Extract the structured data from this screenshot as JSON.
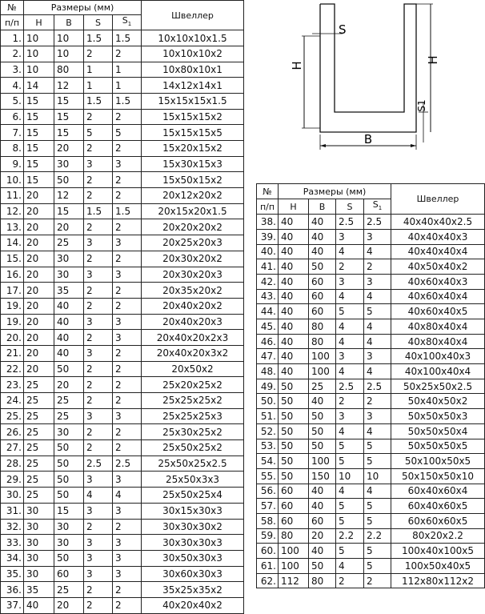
{
  "headers": {
    "num": "№ п/п",
    "sizes": "Размеры (мм)",
    "h": "H",
    "b": "B",
    "s": "S",
    "s1_main": "S",
    "s1_sub": "1",
    "name": "Швеллер"
  },
  "drawing": {
    "label_s": "S",
    "label_h_left": "H",
    "label_h_right": "H",
    "label_s1": "S1",
    "label_b": "B"
  },
  "table1": [
    [
      "1.",
      "10",
      "10",
      "1.5",
      "1.5",
      "10x10x10x1.5"
    ],
    [
      "2.",
      "10",
      "10",
      "2",
      "2",
      "10x10x10x2"
    ],
    [
      "3.",
      "10",
      "80",
      "1",
      "1",
      "10x80x10x1"
    ],
    [
      "4.",
      "14",
      "12",
      "1",
      "1",
      "14x12x14x1"
    ],
    [
      "5.",
      "15",
      "15",
      "1.5",
      "1.5",
      "15x15x15x1.5"
    ],
    [
      "6.",
      "15",
      "15",
      "2",
      "2",
      "15x15x15x2"
    ],
    [
      "7.",
      "15",
      "15",
      "5",
      "5",
      "15x15x15x5"
    ],
    [
      "8.",
      "15",
      "20",
      "2",
      "2",
      "15x20x15x2"
    ],
    [
      "9.",
      "15",
      "30",
      "3",
      "3",
      "15x30x15x3"
    ],
    [
      "10.",
      "15",
      "50",
      "2",
      "2",
      "15x50x15x2"
    ],
    [
      "11.",
      "20",
      "12",
      "2",
      "2",
      "20x12x20x2"
    ],
    [
      "12.",
      "20",
      "15",
      "1.5",
      "1.5",
      "20x15x20x1.5"
    ],
    [
      "13.",
      "20",
      "20",
      "2",
      "2",
      "20x20x20x2"
    ],
    [
      "14.",
      "20",
      "25",
      "3",
      "3",
      "20x25x20x3"
    ],
    [
      "15.",
      "20",
      "30",
      "2",
      "2",
      "20x30x20x2"
    ],
    [
      "16.",
      "20",
      "30",
      "3",
      "3",
      "20x30x20x3"
    ],
    [
      "17.",
      "20",
      "35",
      "2",
      "2",
      "20x35x20x2"
    ],
    [
      "19.",
      "20",
      "40",
      "2",
      "2",
      "20x40x20x2"
    ],
    [
      "19.",
      "20",
      "40",
      "3",
      "3",
      "20x40x20x3"
    ],
    [
      "20.",
      "20",
      "40",
      "2",
      "3",
      "20x40x20x2x3"
    ],
    [
      "21.",
      "20",
      "40",
      "3",
      "2",
      "20x40x20x3x2"
    ],
    [
      "22.",
      "20",
      "50",
      "2",
      "2",
      "20x50x2"
    ],
    [
      "23.",
      "25",
      "20",
      "2",
      "2",
      "25x20x25x2"
    ],
    [
      "24.",
      "25",
      "25",
      "2",
      "2",
      "25x25x25x2"
    ],
    [
      "25.",
      "25",
      "25",
      "3",
      "3",
      "25x25x25x3"
    ],
    [
      "26.",
      "25",
      "30",
      "2",
      "2",
      "25x30x25x2"
    ],
    [
      "27.",
      "25",
      "50",
      "2",
      "2",
      "25x50x25x2"
    ],
    [
      "28.",
      "25",
      "50",
      "2.5",
      "2.5",
      "25x50x25x2.5"
    ],
    [
      "29.",
      "25",
      "50",
      "3",
      "3",
      "25x50x3x3"
    ],
    [
      "30.",
      "25",
      "50",
      "4",
      "4",
      "25x50x25x4"
    ],
    [
      "31.",
      "30",
      "15",
      "3",
      "3",
      "30x15x30x3"
    ],
    [
      "32.",
      "30",
      "30",
      "2",
      "2",
      "30x30x30x2"
    ],
    [
      "33.",
      "30",
      "30",
      "3",
      "3",
      "30x30x30x3"
    ],
    [
      "34.",
      "30",
      "50",
      "3",
      "3",
      "30x50x30x3"
    ],
    [
      "35.",
      "30",
      "60",
      "3",
      "3",
      "30x60x30x3"
    ],
    [
      "36.",
      "35",
      "25",
      "2",
      "2",
      "35x25x35x2"
    ],
    [
      "37.",
      "40",
      "20",
      "2",
      "2",
      "40x20x40x2"
    ]
  ],
  "table2": [
    [
      "38.",
      "40",
      "40",
      "2.5",
      "2.5",
      "40x40x40x2.5"
    ],
    [
      "39.",
      "40",
      "40",
      "3",
      "3",
      "40x40x40x3"
    ],
    [
      "40.",
      "40",
      "40",
      "4",
      "4",
      "40x40x40x4"
    ],
    [
      "41.",
      "40",
      "50",
      "2",
      "2",
      "40x50x40x2"
    ],
    [
      "42.",
      "40",
      "60",
      "3",
      "3",
      "40x60x40x3"
    ],
    [
      "43.",
      "40",
      "60",
      "4",
      "4",
      "40x60x40x4"
    ],
    [
      "44.",
      "40",
      "60",
      "5",
      "5",
      "40x60x40x5"
    ],
    [
      "45.",
      "40",
      "80",
      "4",
      "4",
      "40x80x40x4"
    ],
    [
      "46.",
      "40",
      "80",
      "4",
      "4",
      "40x80x40x4"
    ],
    [
      "47.",
      "40",
      "100",
      "3",
      "3",
      "40x100x40x3"
    ],
    [
      "48.",
      "40",
      "100",
      "4",
      "4",
      "40x100x40x4"
    ],
    [
      "49.",
      "50",
      "25",
      "2.5",
      "2.5",
      "50x25x50x2.5"
    ],
    [
      "50.",
      "50",
      "40",
      "2",
      "2",
      "50x40x50x2"
    ],
    [
      "51.",
      "50",
      "50",
      "3",
      "3",
      "50x50x50x3"
    ],
    [
      "52.",
      "50",
      "50",
      "4",
      "4",
      "50x50x50x4"
    ],
    [
      "53.",
      "50",
      "50",
      "5",
      "5",
      "50x50x50x5"
    ],
    [
      "54.",
      "50",
      "100",
      "5",
      "5",
      "50x100x50x5"
    ],
    [
      "55.",
      "50",
      "150",
      "10",
      "10",
      "50x150x50x10"
    ],
    [
      "56.",
      "60",
      "40",
      "4",
      "4",
      "60x40x60x4"
    ],
    [
      "57.",
      "60",
      "40",
      "5",
      "5",
      "60x40x60x5"
    ],
    [
      "58.",
      "60",
      "60",
      "5",
      "5",
      "60x60x60x5"
    ],
    [
      "59.",
      "80",
      "20",
      "2.2",
      "2.2",
      "80x20x2.2"
    ],
    [
      "60.",
      "100",
      "40",
      "5",
      "5",
      "100x40x100x5"
    ],
    [
      "61.",
      "100",
      "50",
      "4",
      "5",
      "100x50x40x5"
    ],
    [
      "62.",
      "112",
      "80",
      "2",
      "2",
      "112x80x112x2"
    ]
  ]
}
